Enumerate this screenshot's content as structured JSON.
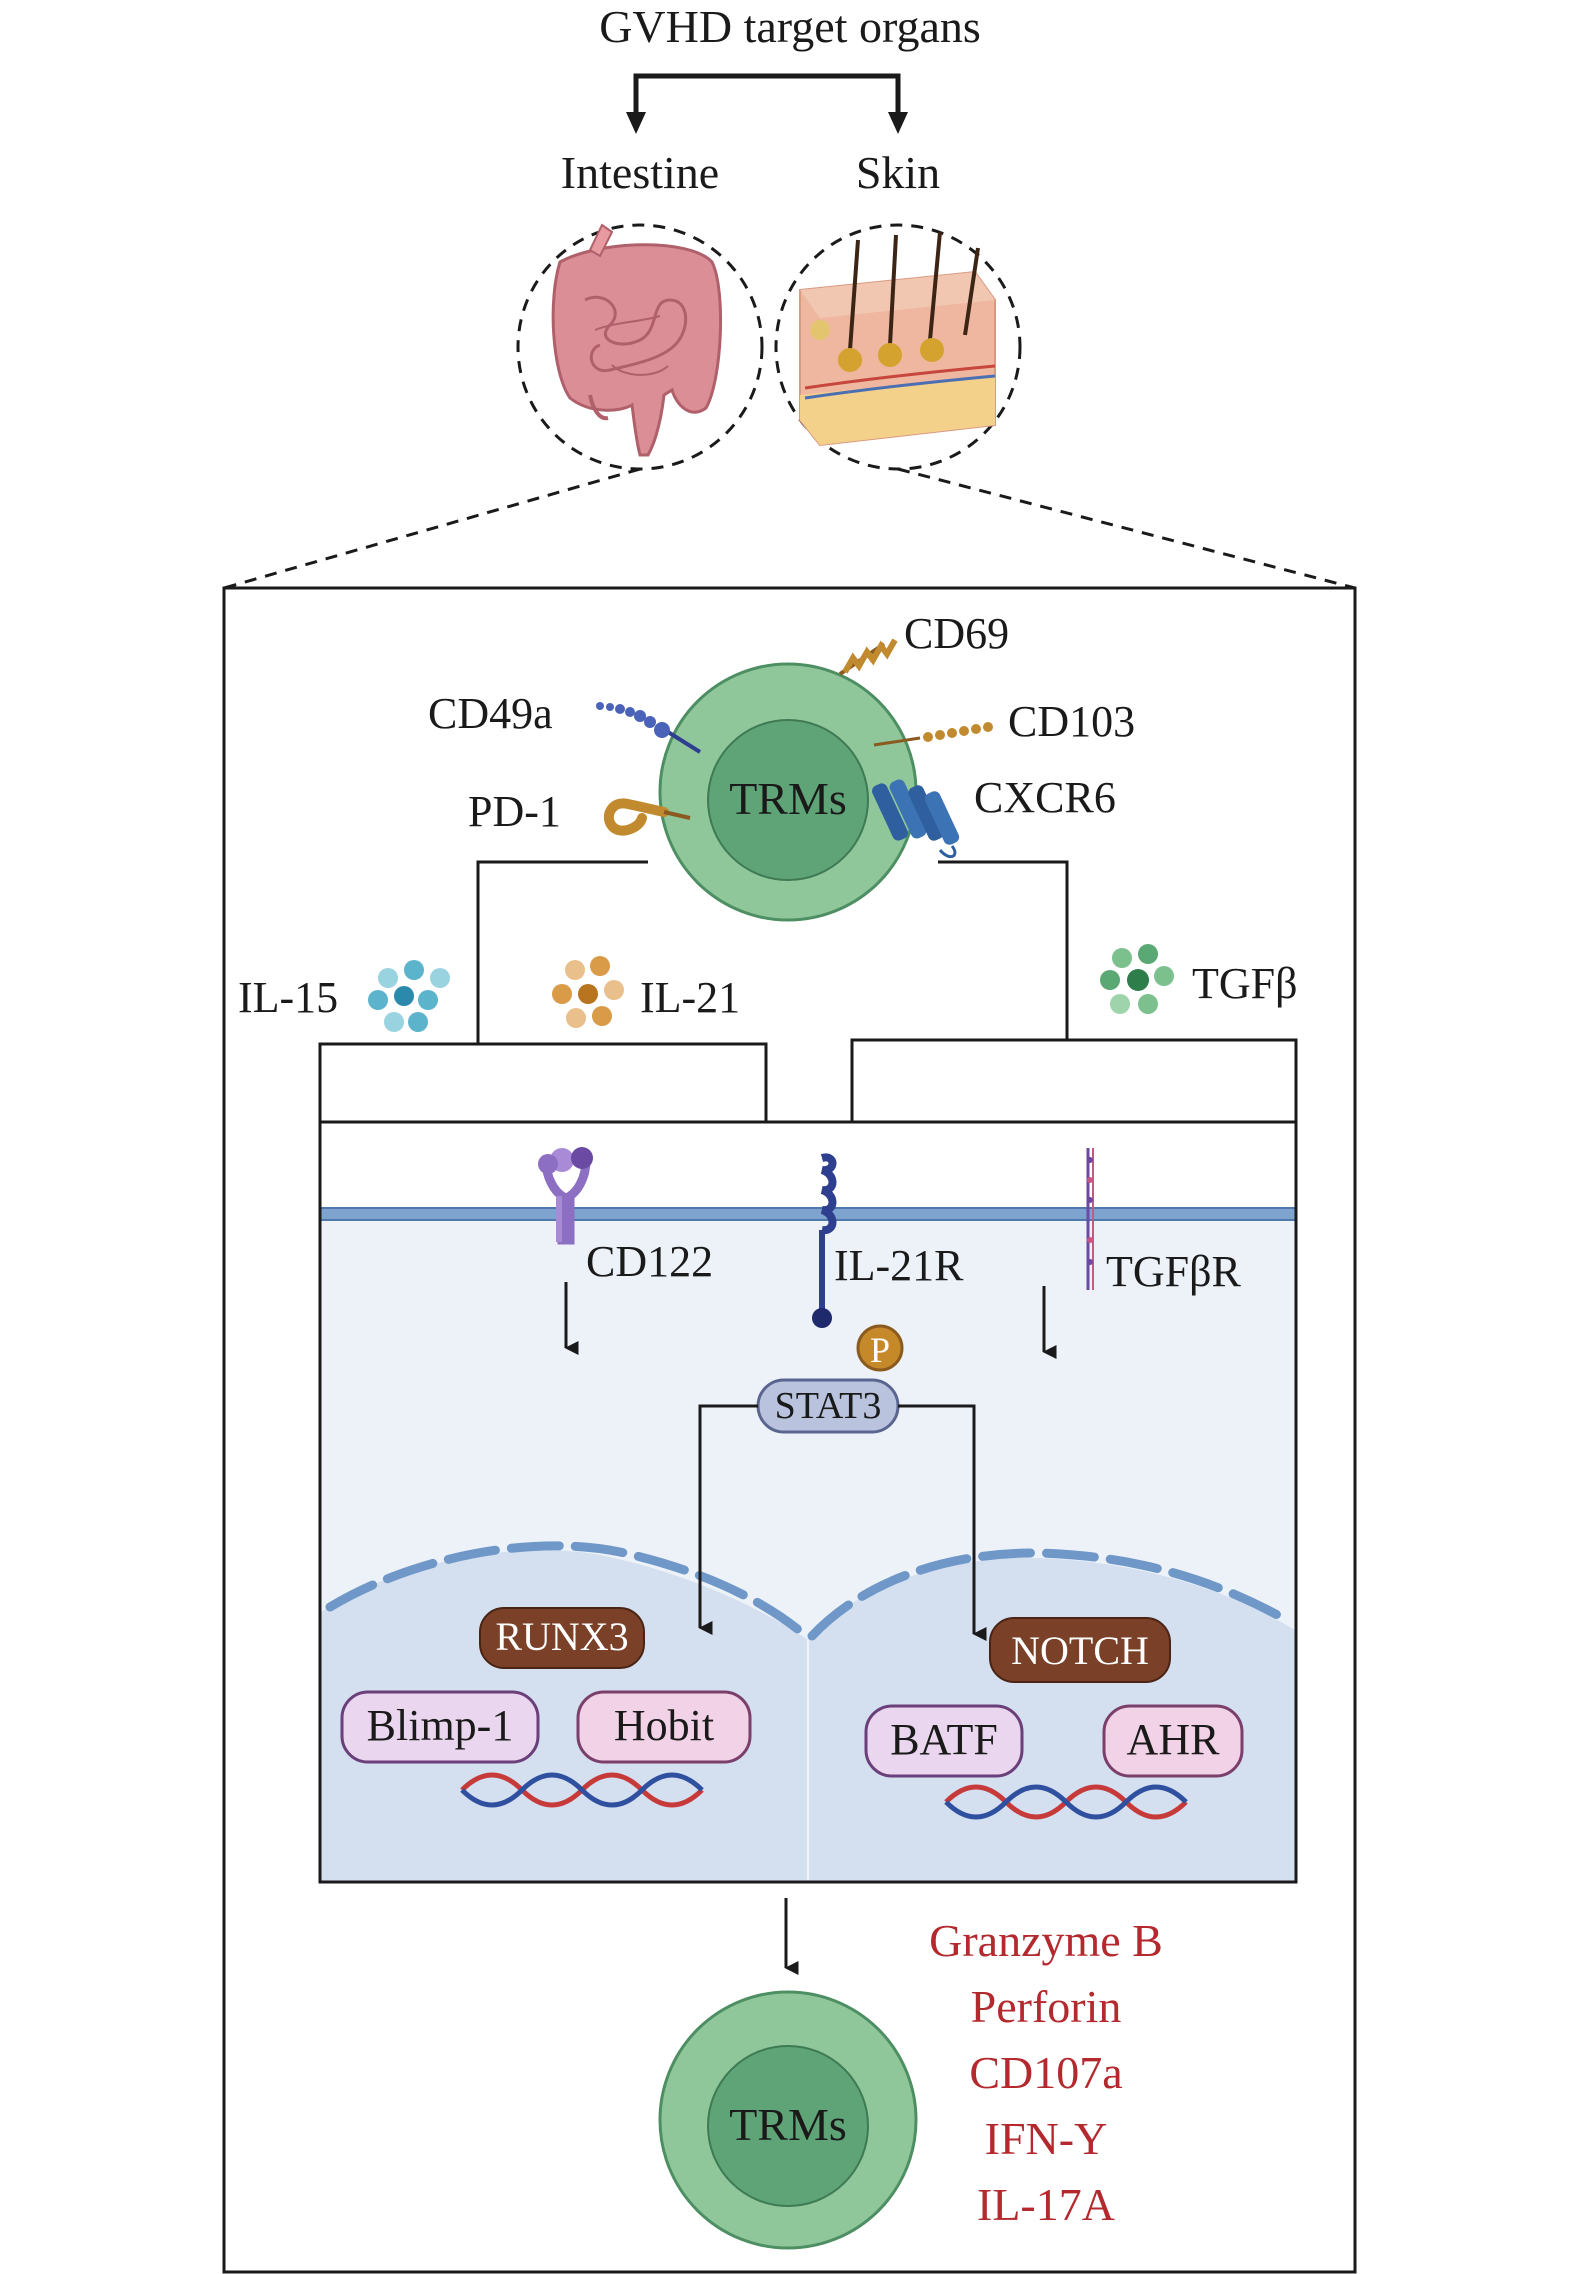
{
  "header": {
    "title": "GVHD target organs",
    "organs": [
      "Intestine",
      "Skin"
    ]
  },
  "cell_top": {
    "label": "TRMs",
    "markers": [
      "CD69",
      "CD49a",
      "CD103",
      "PD-1",
      "CXCR6"
    ]
  },
  "cytokines": [
    "IL-15",
    "IL-21",
    "TGFβ"
  ],
  "receptors": [
    "CD122",
    "IL-21R",
    "TGFβR"
  ],
  "signaling": {
    "phospho": "P",
    "stat": "STAT3"
  },
  "nucleus_left": {
    "factors": [
      "RUNX3",
      "Blimp-1",
      "Hobit"
    ]
  },
  "nucleus_right": {
    "factors": [
      "NOTCH",
      "BATF",
      "AHR"
    ]
  },
  "cell_bottom": {
    "label": "TRMs"
  },
  "effectors": [
    "Granzyme B",
    "Perforin",
    "CD107a",
    "IFN-Y",
    "IL-17A"
  ],
  "colors": {
    "cell_outer": "#8fc79b",
    "cell_inner": "#5fa477",
    "membrane": "#7fa3cf",
    "cytoplasm": "#edf2f9",
    "nucleus": "#d4dff0",
    "effector_text": "#b3292e",
    "tf_dark": "#7a4128",
    "tf_light": "#ead6ee",
    "stat": "#b9c3dd"
  }
}
